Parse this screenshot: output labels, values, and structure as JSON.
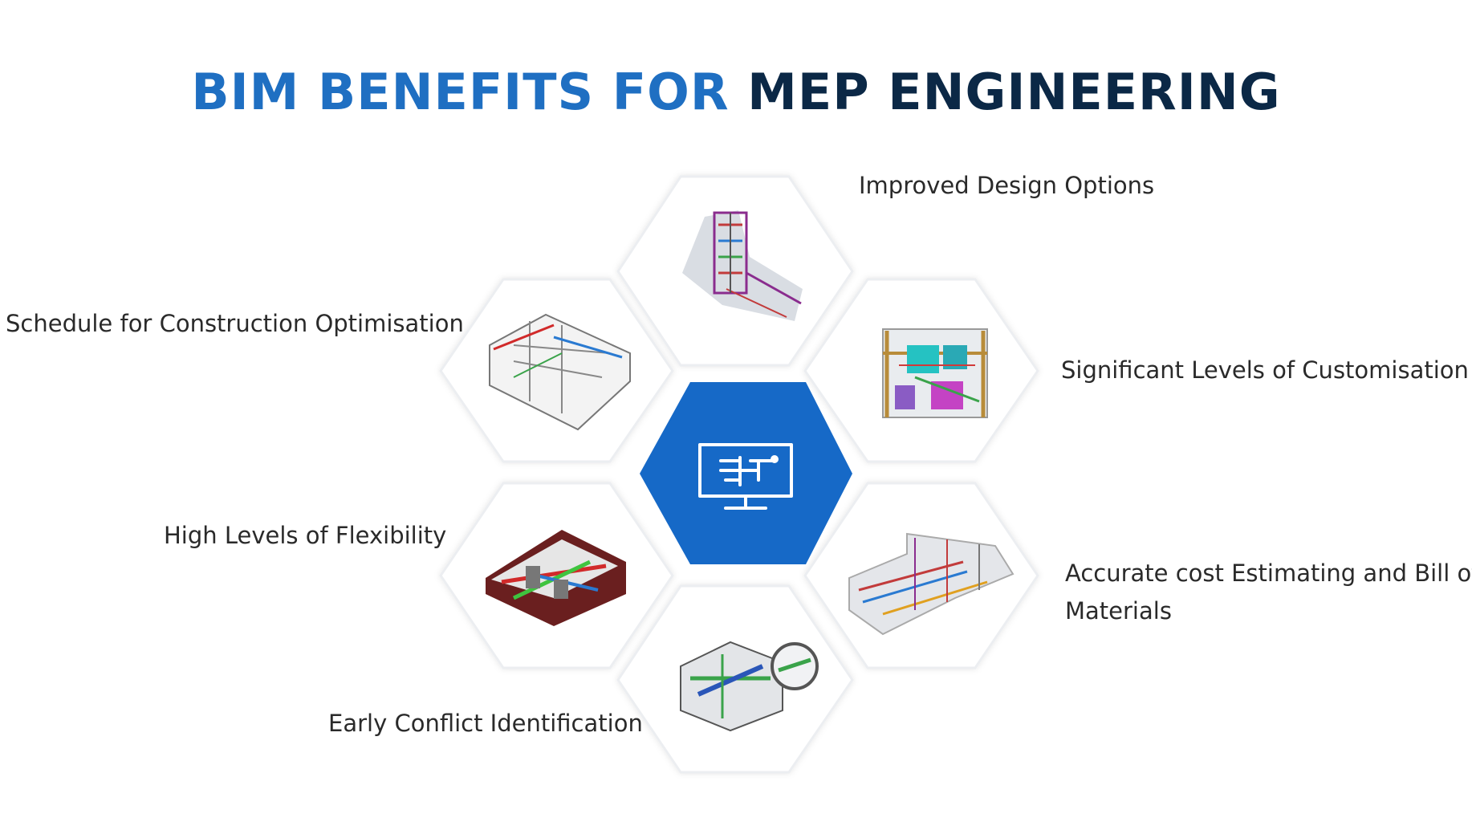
{
  "title": {
    "part1": "BIM BENEFITS FOR",
    "part2": "MEP ENGINEERING"
  },
  "benefits": [
    {
      "label": "Improved Design Options",
      "icon": "bim-tower-model-icon"
    },
    {
      "label": "Significant Levels of Customisation",
      "icon": "mep-plant-model-icon"
    },
    {
      "label": "Accurate cost Estimating and Bill of",
      "label2": "Materials",
      "icon": "mep-pipework-model-icon"
    },
    {
      "label": "Early Conflict Identification",
      "icon": "clash-detection-model-icon"
    },
    {
      "label": "High Levels of Flexibility",
      "icon": "mep-room-model-icon"
    },
    {
      "label": "Schedule for Construction Optimisation",
      "icon": "building-floor-model-icon"
    }
  ],
  "center": {
    "icon": "monitor-circuit-icon"
  },
  "colors": {
    "title_primary": "#1f6fc2",
    "title_secondary": "#0b2846",
    "center_hex": "#1669c7",
    "hex_border": "#e8ebef",
    "text": "#2a2a2a"
  }
}
